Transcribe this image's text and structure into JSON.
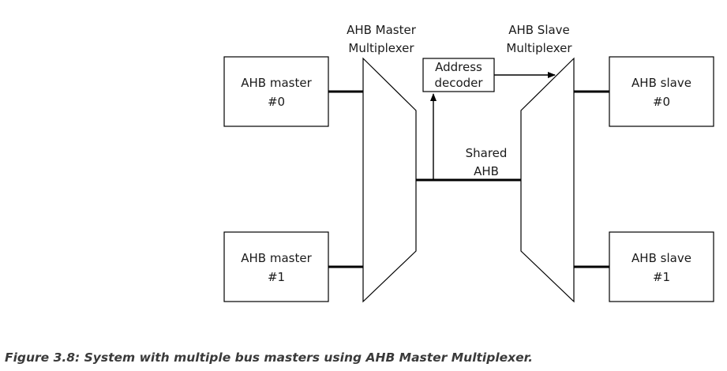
{
  "labels": {
    "master_mux_line1": "AHB Master",
    "master_mux_line2": "Multiplexer",
    "slave_mux_line1": "AHB Slave",
    "slave_mux_line2": "Multiplexer",
    "decoder_line1": "Address",
    "decoder_line2": "decoder",
    "shared_line1": "Shared",
    "shared_line2": "AHB"
  },
  "masters": [
    {
      "line1": "AHB master",
      "line2": "#0"
    },
    {
      "line1": "AHB master",
      "line2": "#1"
    }
  ],
  "slaves": [
    {
      "line1": "AHB slave",
      "line2": "#0"
    },
    {
      "line1": "AHB slave",
      "line2": "#1"
    }
  ],
  "caption": "Figure 3.8: System with multiple bus masters using AHB Master Multiplexer.",
  "colors": {
    "stroke": "#000000",
    "text": "#1a1a1a",
    "caption": "#3a3a3a"
  }
}
